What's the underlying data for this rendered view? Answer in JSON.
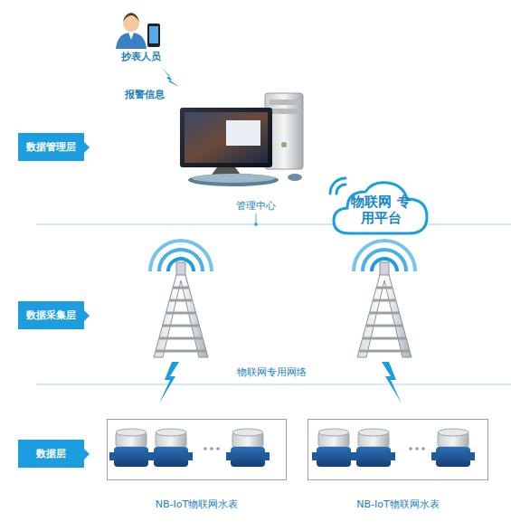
{
  "diagram": {
    "nodes": [
      {
        "text": [
          "数据管理层"
        ]
      },
      {
        "text": [
          "物联网 专用平台"
        ]
      },
      {
        "text": [
          "数据采集层"
        ]
      },
      {
        "text": [
          "数据层"
        ]
      },
      {
        "text": [
          "NB-IoT物联网水表"
        ]
      },
      {
        "text": [
          "NB-IoT物联网水表"
        ]
      }
    ],
    "labels": [
      "抄表人员",
      "报警信息",
      "管理中心",
      "物联网专用网络"
    ]
  }
}
